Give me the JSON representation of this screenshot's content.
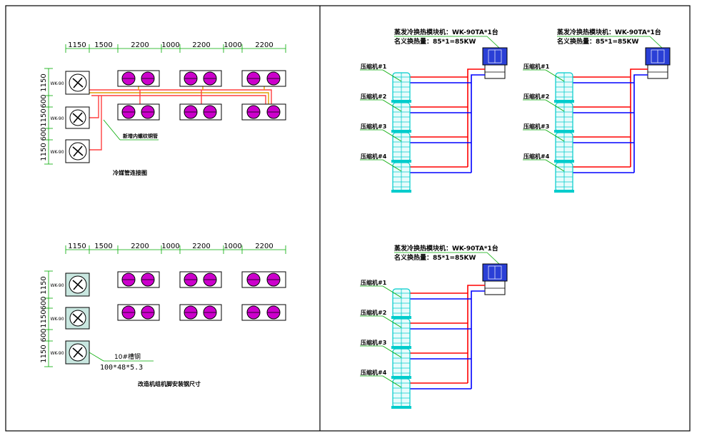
{
  "left_panel": {
    "dims_top": [
      "1150",
      "1500",
      "2200",
      "1000",
      "2200",
      "1000",
      "2200"
    ],
    "dims_left": [
      "1150",
      "600",
      "1150",
      "600",
      "1150"
    ],
    "unit_labels": [
      "WK-90",
      "WK-90",
      "WK-90"
    ],
    "top_diagram": {
      "pipe_note": "新增内螺纹铜管",
      "caption": "冷媒管连接图"
    },
    "bottom_diagram": {
      "beam_label": "10#槽钢",
      "beam_size": "100*48*5.3",
      "caption": "改造机组机脚安装钢尺寸"
    }
  },
  "right_panel": {
    "systems": [
      {
        "title": "蒸发冷换热模块机：WK-90TA*1台",
        "capacity": "名义换热量：85*1=85KW",
        "compressors": [
          "压缩机#1",
          "压缩机#2",
          "压缩机#3",
          "压缩机#4"
        ]
      },
      {
        "title": "蒸发冷换热模块机：WK-90TA*1台",
        "capacity": "名义换热量：85*1=85KW",
        "compressors": [
          "压缩机#1",
          "压缩机#2",
          "压缩机#3",
          "压缩机#4"
        ]
      },
      {
        "title": "蒸发冷换热模块机：WK-90TA*1台",
        "capacity": "名义换热量：85*1=85KW",
        "compressors": [
          "压缩机#1",
          "压缩机#2",
          "压缩机#3",
          "压缩机#4"
        ]
      }
    ]
  },
  "colors": {
    "hot_pipe": "#ff0000",
    "cold_pipe": "#0000ff",
    "leader": "#00aa00",
    "fan": "#cc00cc",
    "compressor": "#00cccc",
    "module_blue": "#2a3fd6"
  }
}
